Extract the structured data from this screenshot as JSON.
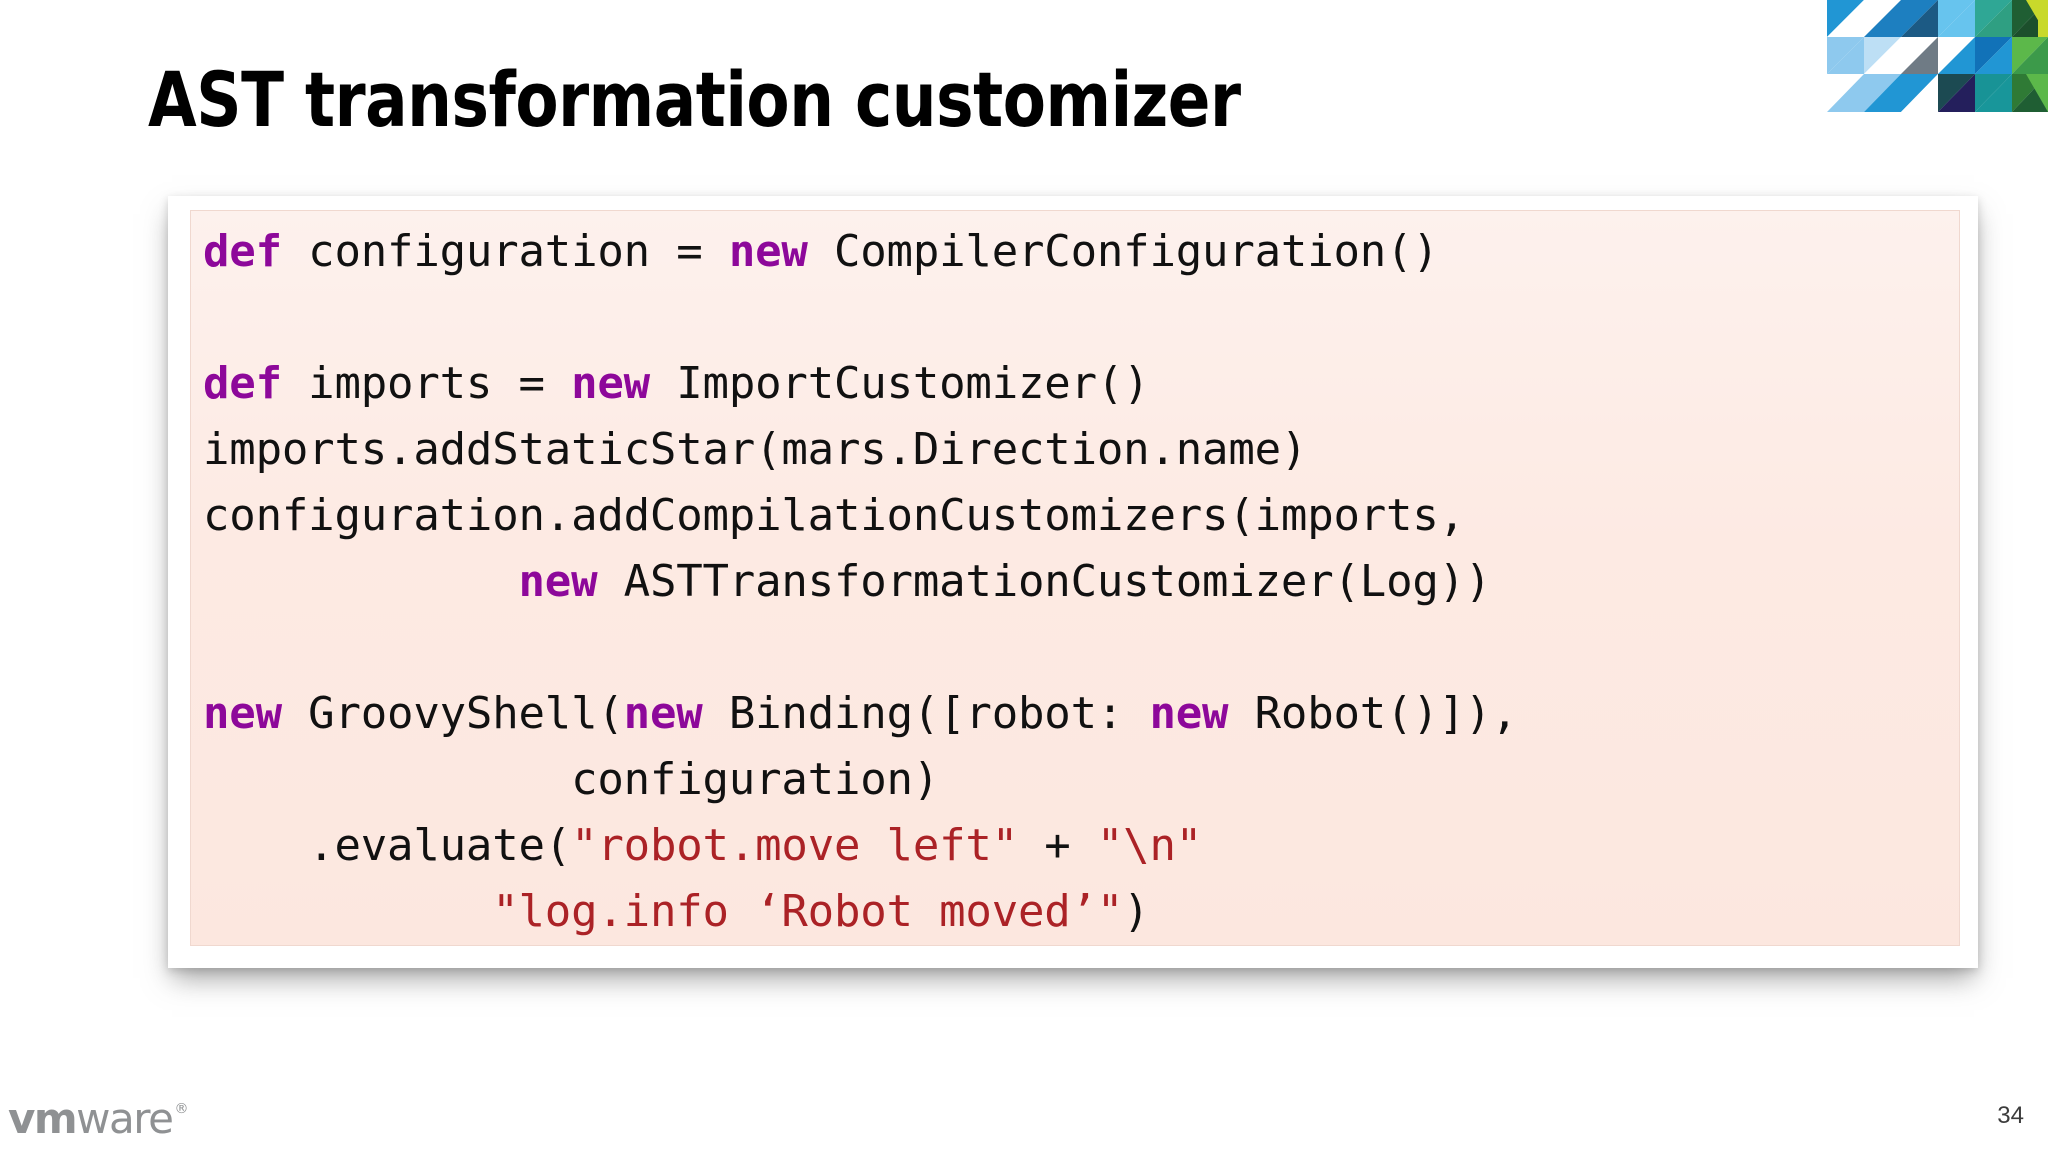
{
  "slide": {
    "title": "AST transformation customizer",
    "page_number": "34",
    "brand": {
      "logo_vm": "vm",
      "logo_ware": "ware",
      "logo_registered": "®"
    },
    "colors": {
      "keyword": "#8d089a",
      "string": "#ab2226",
      "code_text": "#111111",
      "code_background": "#fdeae3",
      "card_background": "#ffffff",
      "slide_background": "#ffffff",
      "title": "#000000",
      "logo_grey": "#8f9193",
      "page_number": "#3c3c3c"
    }
  },
  "code": {
    "language": "Groovy",
    "lines": [
      {
        "id": "line-1",
        "tokens": [
          {
            "t": "kw",
            "v": "def"
          },
          {
            "t": "txt",
            "v": " configuration = "
          },
          {
            "t": "kw",
            "v": "new"
          },
          {
            "t": "txt",
            "v": " CompilerConfiguration()"
          }
        ]
      },
      {
        "id": "line-2",
        "tokens": []
      },
      {
        "id": "line-3",
        "tokens": [
          {
            "t": "kw",
            "v": "def"
          },
          {
            "t": "txt",
            "v": " imports = "
          },
          {
            "t": "kw",
            "v": "new"
          },
          {
            "t": "txt",
            "v": " ImportCustomizer()"
          }
        ]
      },
      {
        "id": "line-4",
        "tokens": [
          {
            "t": "txt",
            "v": "imports.addStaticStar(mars.Direction.name)"
          }
        ]
      },
      {
        "id": "line-5",
        "tokens": [
          {
            "t": "txt",
            "v": "configuration.addCompilationCustomizers(imports,"
          }
        ]
      },
      {
        "id": "line-6",
        "tokens": [
          {
            "t": "txt",
            "v": "            "
          },
          {
            "t": "kw",
            "v": "new"
          },
          {
            "t": "txt",
            "v": " ASTTransformationCustomizer(Log))"
          }
        ]
      },
      {
        "id": "line-7",
        "tokens": []
      },
      {
        "id": "line-8",
        "tokens": [
          {
            "t": "kw",
            "v": "new"
          },
          {
            "t": "txt",
            "v": " GroovyShell("
          },
          {
            "t": "kw",
            "v": "new"
          },
          {
            "t": "txt",
            "v": " Binding([robot: "
          },
          {
            "t": "kw",
            "v": "new"
          },
          {
            "t": "txt",
            "v": " Robot()]),"
          }
        ]
      },
      {
        "id": "line-9",
        "tokens": [
          {
            "t": "txt",
            "v": "              configuration)"
          }
        ]
      },
      {
        "id": "line-10",
        "tokens": [
          {
            "t": "txt",
            "v": "    .evaluate("
          },
          {
            "t": "str",
            "v": "\"robot.move left\""
          },
          {
            "t": "txt",
            "v": " + "
          },
          {
            "t": "str",
            "v": "\"\\n\""
          }
        ]
      },
      {
        "id": "line-11",
        "tokens": [
          {
            "t": "txt",
            "v": "           "
          },
          {
            "t": "str",
            "v": "\"log.info ‘Robot moved’\""
          },
          {
            "t": "txt",
            "v": ")"
          }
        ]
      }
    ]
  },
  "mosaic": {
    "name": "vmware-triangle-mosaic",
    "description": "VMware brand triangle mosaic, blues and greens"
  }
}
